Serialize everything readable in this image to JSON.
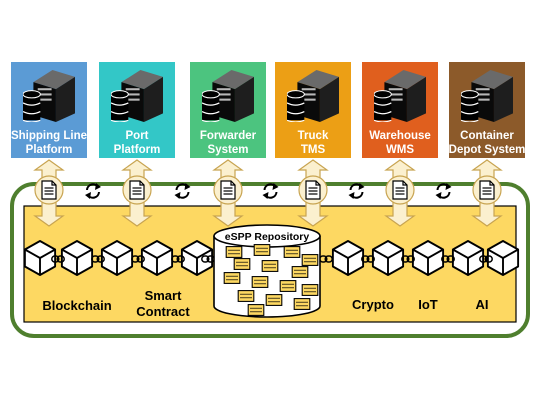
{
  "systems": [
    {
      "line1": "Shipping Line",
      "line2": "Platform",
      "color": "#5b9bd5"
    },
    {
      "line1": "Port",
      "line2": "Platform",
      "color": "#33c7c7"
    },
    {
      "line1": "Forwarder",
      "line2": "System",
      "color": "#4cc47f"
    },
    {
      "line1": "Truck",
      "line2": "TMS",
      "color": "#ec9f15"
    },
    {
      "line1": "Warehouse",
      "line2": "WMS",
      "color": "#e05f1e"
    },
    {
      "line1": "Container",
      "line2": "Depot System",
      "color": "#8c5a2a"
    }
  ],
  "repository": {
    "label": "eSPP Repository"
  },
  "technologies": {
    "blockchain": "Blockchain",
    "smart_contract_line1": "Smart",
    "smart_contract_line2": "Contract",
    "crypto": "Crypto",
    "iot": "IoT",
    "ai": "AI"
  },
  "icons": {
    "server": "server-icon",
    "document": "document-icon",
    "sync": "sync-icon",
    "block": "blockchain-block-icon",
    "chain": "chain-link-icon",
    "repository": "database-cylinder-icon"
  },
  "colors": {
    "platform_fill": "#fdd862",
    "platform_border": "#4f7f2e",
    "arrow_fill": "#fbf0cf",
    "arrow_stroke": "#c8a451"
  }
}
